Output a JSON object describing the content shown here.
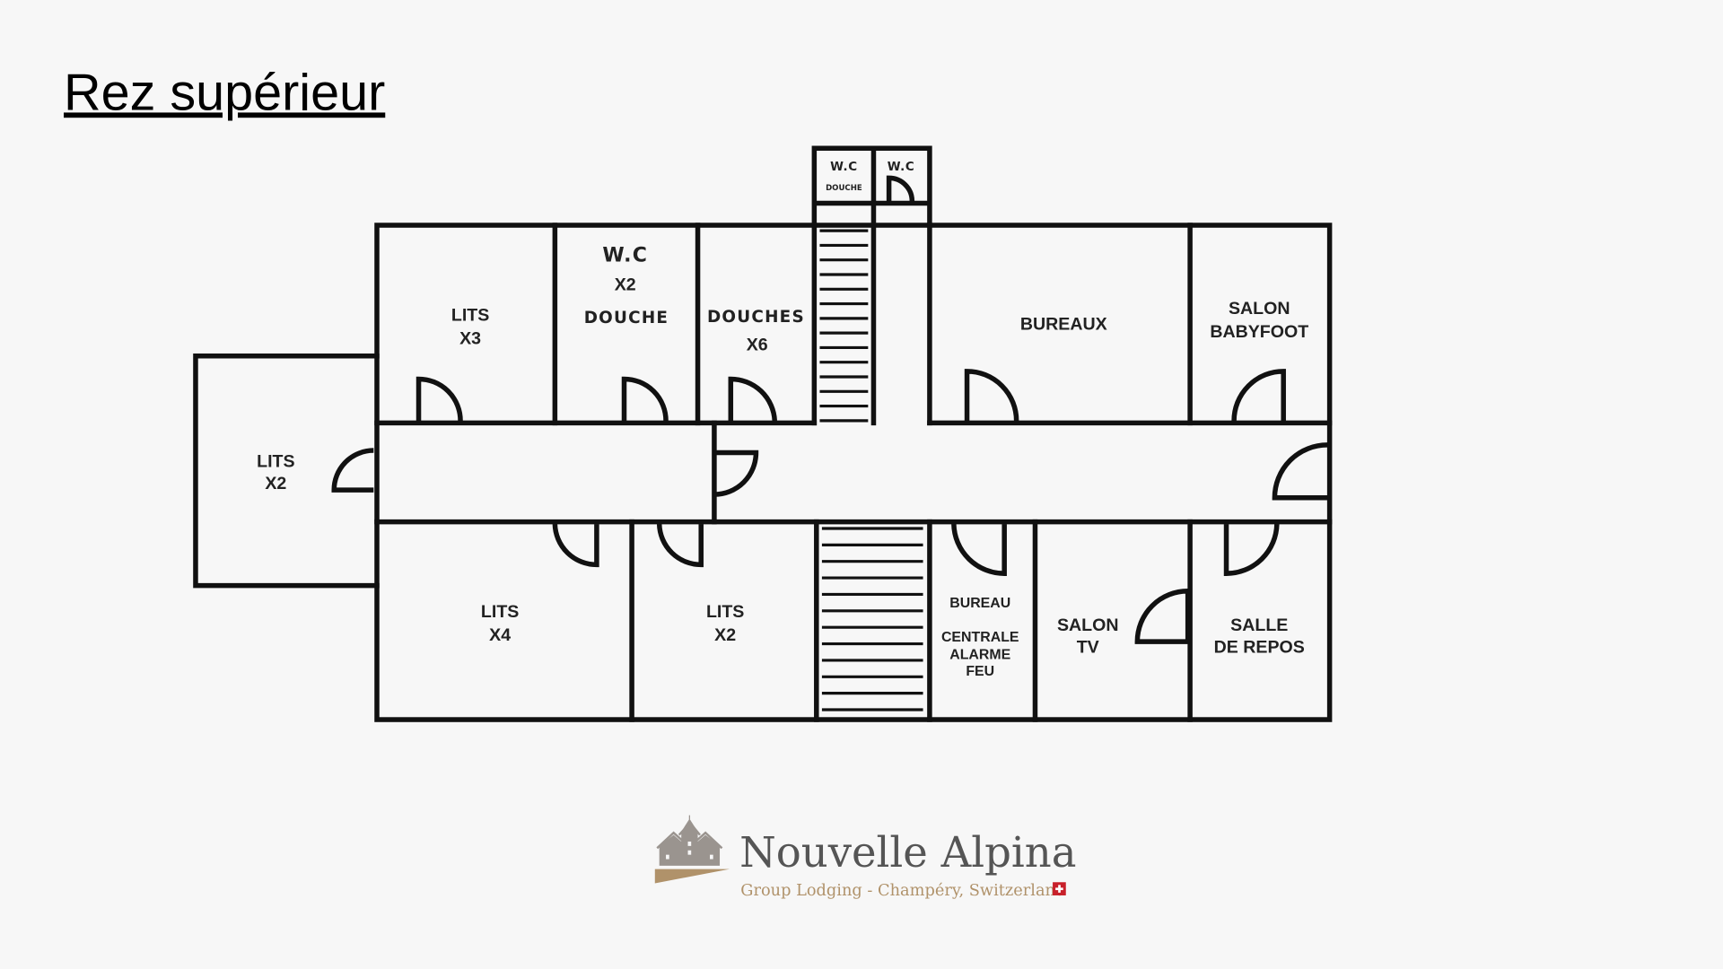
{
  "title": "Rez supérieur",
  "rooms": {
    "wc_douche_top": [
      "W.C",
      "DOUCHE"
    ],
    "wc_top": [
      "W.C"
    ],
    "lits_x3": [
      "LITS",
      "X3"
    ],
    "wc_x2_douche": [
      "W.C",
      "X2",
      "DOUCHE"
    ],
    "douches_x6": [
      "DOUCHES",
      "X6"
    ],
    "bureaux": [
      "BUREAUX"
    ],
    "salon_babyfoot": [
      "SALON",
      "BABYFOOT"
    ],
    "lits_x2_left": [
      "LITS",
      "X2"
    ],
    "lits_x4": [
      "LITS",
      "X4"
    ],
    "lits_x2_bottom": [
      "LITS",
      "X2"
    ],
    "bureau_alarme": [
      "BUREAU",
      "CENTRALE",
      "ALARME",
      "FEU"
    ],
    "salon_tv": [
      "SALON",
      "TV"
    ],
    "salle_de_repos": [
      "SALLE",
      "DE REPOS"
    ]
  },
  "logo": {
    "name": "Nouvelle Alpina",
    "tagline": "Group Lodging - Champéry, Switzerland",
    "colors": {
      "gray": "#9a948f",
      "tan": "#b0926a",
      "swiss_red": "#c8202a"
    }
  }
}
